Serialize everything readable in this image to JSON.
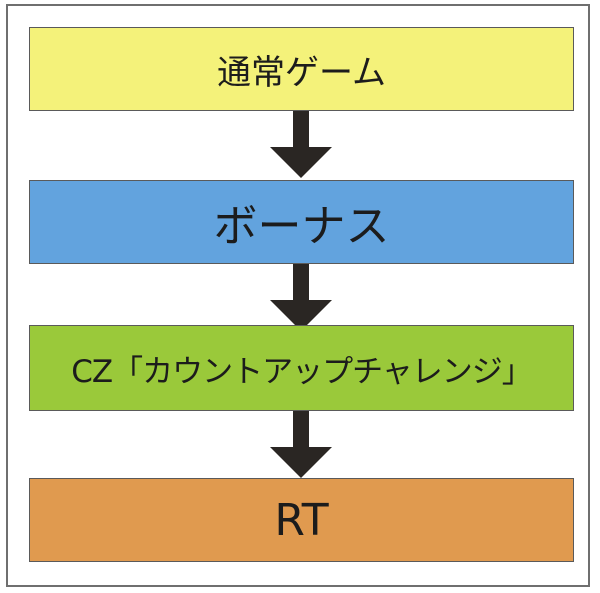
{
  "diagram": {
    "arrow_color": "#2a2623",
    "nodes": [
      {
        "label": "通常ゲーム",
        "color": "#f4f27a"
      },
      {
        "label": "ボーナス",
        "color": "#62a3de"
      },
      {
        "label": "CZ「カウントアップチャレンジ」",
        "color": "#9ac93a"
      },
      {
        "label": "RT",
        "color": "#e09a4f"
      }
    ],
    "edges": [
      {
        "from": 0,
        "to": 1
      },
      {
        "from": 1,
        "to": 2
      },
      {
        "from": 2,
        "to": 3
      }
    ]
  }
}
